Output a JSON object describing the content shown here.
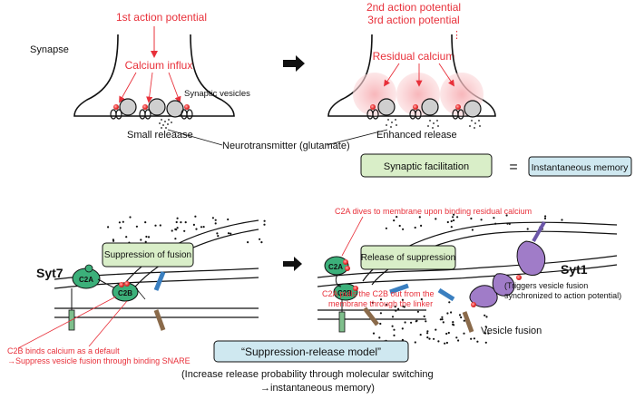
{
  "top": {
    "synapse_label": "Synapse",
    "first_ap": "1st action potential",
    "calcium_influx": "Calcium influx",
    "synaptic_vesicles": "Synaptic vesicles",
    "small_release": "Small releaase",
    "neurotransmitter": "Neurotransmitter (glutamate)",
    "second_ap": "2nd action potential",
    "third_ap": "3rd action potential",
    "dots_glyph": "⋮",
    "residual_calcium": "Residual calcium",
    "enhanced_release": "Enhanced release",
    "synaptic_facilitation": "Synaptic facilitation",
    "equals": "=",
    "instantaneous_memory": "Instantaneous memory"
  },
  "bottom": {
    "syt7": "Syt7",
    "c2a": "C2A",
    "c2b": "C2B",
    "suppression_of_fusion": "Suppression of fusion",
    "c2b_note_line1": "C2B binds calcium as a default",
    "c2b_note_line2": "→Suppress vesicle fusion through binding SNARE",
    "c2a_dives": "C2A dives to membrane upon binding residual calcium",
    "release_of_suppression": "Release of suppression",
    "c2a_pulls_line1": "C2A pulls the C2B out from the",
    "c2a_pulls_line2": "membrane through the linker",
    "syt1": "Syt1",
    "syt1_note_line1": "(Triggers vesicle fusion",
    "syt1_note_line2": "synchronized to action potential)",
    "vesicle_fusion": "Vesicle fusion",
    "model_title": "“Suppression-release model”",
    "caption_line1": "(Increase release probability through molecular switching",
    "caption_line2": "→instantaneous memory)"
  },
  "colors": {
    "red": "#e8303a",
    "green_box": "#d9eec8",
    "blue_box": "#cfe8f0",
    "syt_green": "#3cb07a",
    "syt1_purple": "#a07cc8",
    "snare_blue": "#3a7fc0",
    "snare_brown": "#8a6a4a",
    "glow_pink": "#f6b9bd"
  },
  "icons": [
    "arrow-right-icon",
    "calcium-ion-icon",
    "synaptic-vesicle-icon"
  ]
}
